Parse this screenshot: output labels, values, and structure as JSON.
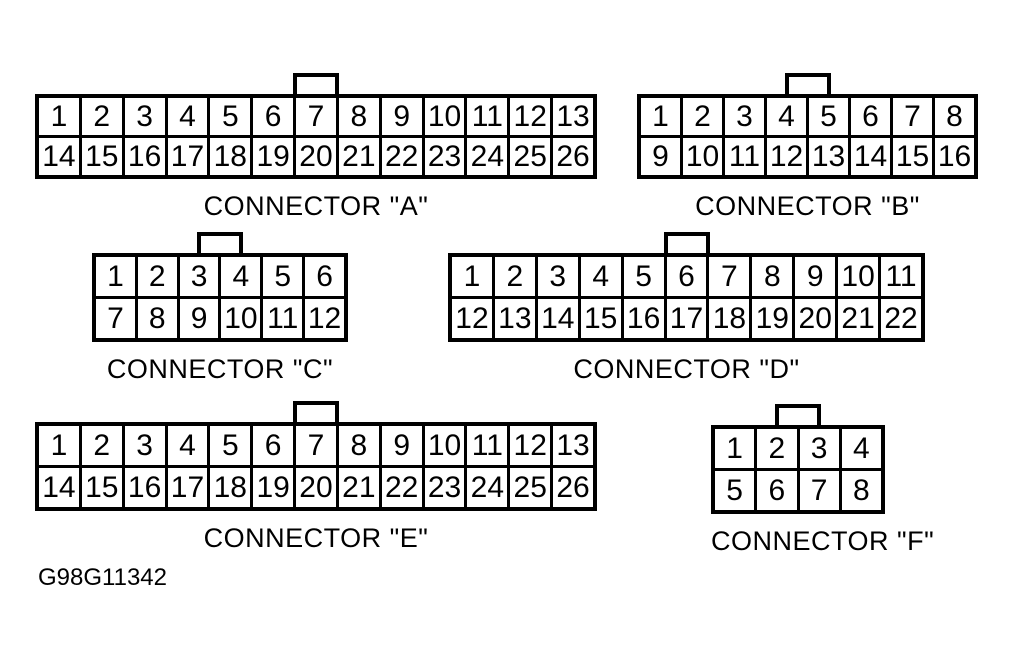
{
  "figure": {
    "code": "G98G11342"
  },
  "colors": {
    "line": "#000000",
    "background": "#ffffff"
  },
  "connectors": [
    {
      "id": "A",
      "label": "CONNECTOR \"A\"",
      "columns": 13,
      "rows": [
        [
          1,
          2,
          3,
          4,
          5,
          6,
          7,
          8,
          9,
          10,
          11,
          12,
          13
        ],
        [
          14,
          15,
          16,
          17,
          18,
          19,
          20,
          21,
          22,
          23,
          24,
          25,
          26
        ]
      ]
    },
    {
      "id": "B",
      "label": "CONNECTOR \"B\"",
      "columns": 8,
      "rows": [
        [
          1,
          2,
          3,
          4,
          5,
          6,
          7,
          8
        ],
        [
          9,
          10,
          11,
          12,
          13,
          14,
          15,
          16
        ]
      ]
    },
    {
      "id": "C",
      "label": "CONNECTOR \"C\"",
      "columns": 6,
      "rows": [
        [
          1,
          2,
          3,
          4,
          5,
          6
        ],
        [
          7,
          8,
          9,
          10,
          11,
          12
        ]
      ]
    },
    {
      "id": "D",
      "label": "CONNECTOR \"D\"",
      "columns": 11,
      "rows": [
        [
          1,
          2,
          3,
          4,
          5,
          6,
          7,
          8,
          9,
          10,
          11
        ],
        [
          12,
          13,
          14,
          15,
          16,
          17,
          18,
          19,
          20,
          21,
          22
        ]
      ]
    },
    {
      "id": "E",
      "label": "CONNECTOR \"E\"",
      "columns": 13,
      "rows": [
        [
          1,
          2,
          3,
          4,
          5,
          6,
          7,
          8,
          9,
          10,
          11,
          12,
          13
        ],
        [
          14,
          15,
          16,
          17,
          18,
          19,
          20,
          21,
          22,
          23,
          24,
          25,
          26
        ]
      ]
    },
    {
      "id": "F",
      "label": "CONNECTOR \"F\"",
      "columns": 4,
      "rows": [
        [
          1,
          2,
          3,
          4
        ],
        [
          5,
          6,
          7,
          8
        ]
      ]
    }
  ]
}
